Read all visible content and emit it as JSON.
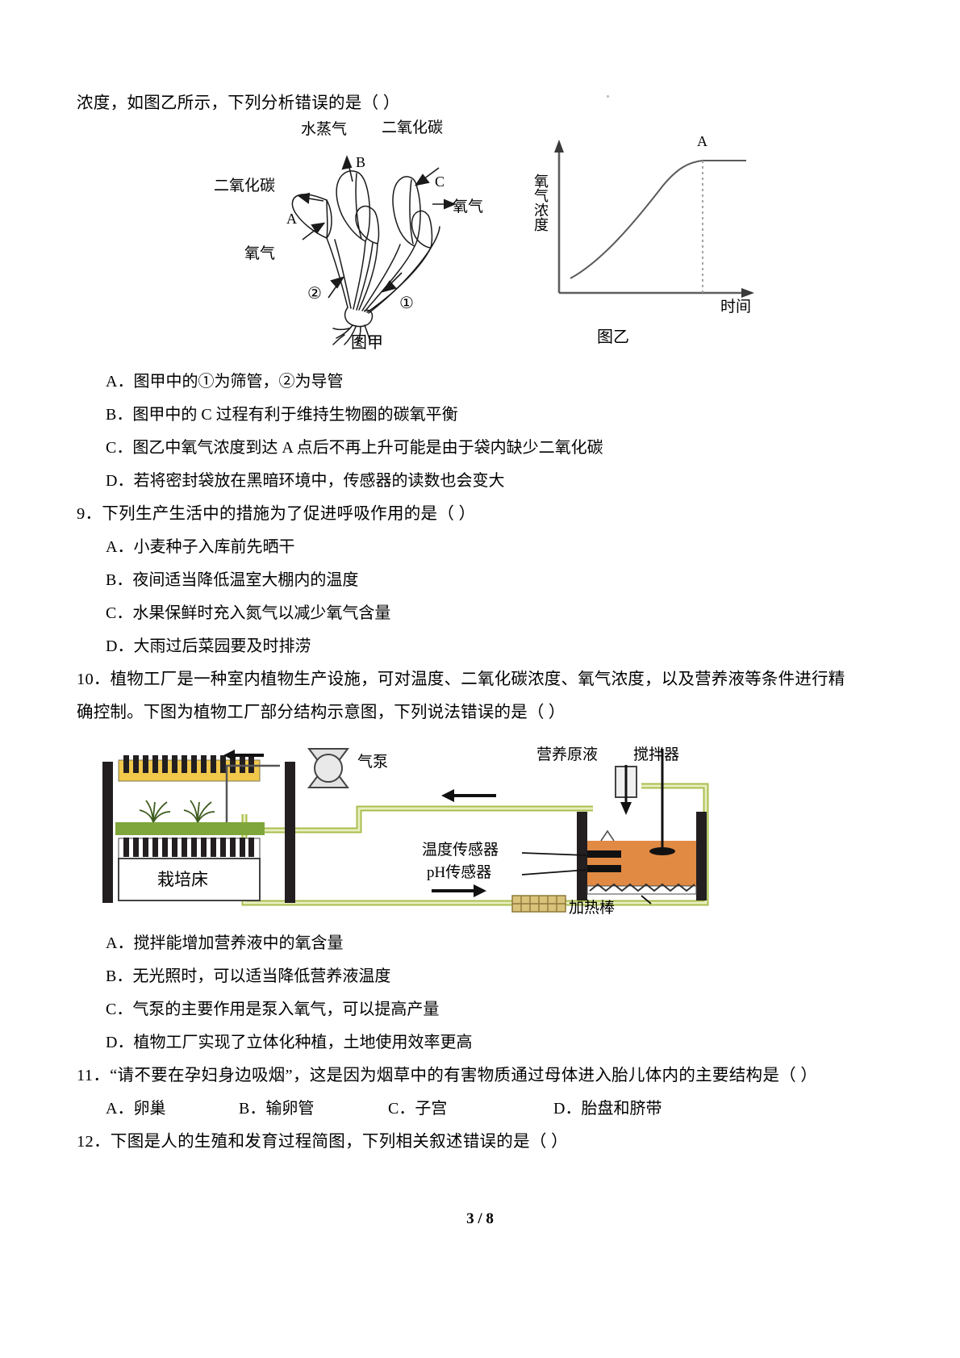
{
  "document": {
    "page_footer": "3 / 8"
  },
  "q8": {
    "stem_continued": "浓度，如图乙所示，下列分析错误的是（      ）",
    "figure_left": {
      "caption": "图甲",
      "labels": {
        "water_vapor": "水蒸气",
        "co2_top": "二氧化碳",
        "co2_left": "二氧化碳",
        "o2_left": "氧气",
        "o2_right": "氧气",
        "mark_A": "A",
        "mark_B": "B",
        "mark_C": "C",
        "num_1": "①",
        "num_2": "②"
      }
    },
    "figure_right": {
      "caption": "图乙",
      "ylabel": "氧气浓度",
      "xlabel": "时间",
      "point_label": "A"
    },
    "options": [
      "A．图甲中的①为筛管，②为导管",
      "B．图甲中的 C 过程有利于维持生物圈的碳氧平衡",
      "C．图乙中氧气浓度到达 A 点后不再上升可能是由于袋内缺少二氧化碳",
      "D．若将密封袋放在黑暗环境中，传感器的读数也会变大"
    ]
  },
  "q9": {
    "number": "9．",
    "stem": "下列生产生活中的措施为了促进呼吸作用的是（      ）",
    "options": [
      "A．小麦种子入库前先晒干",
      "B．夜间适当降低温室大棚内的温度",
      "C．水果保鲜时充入氮气以减少氧气含量",
      "D．大雨过后菜园要及时排涝"
    ]
  },
  "q10": {
    "number": "10．",
    "stem_line1": "植物工厂是一种室内植物生产设施，可对温度、二氧化碳浓度、氧气浓度，以及营养液等条件进行精",
    "stem_line2": "确控制。下图为植物工厂部分结构示意图，下列说法错误的是（      ）",
    "figure_labels": {
      "air_pump": "气泵",
      "nutrient_stock": "营养原液",
      "stirrer": "搅拌器",
      "temp_sensor": "温度传感器",
      "ph_sensor": "pH传感器",
      "heating_rod": "加热棒",
      "grow_bed": "栽培床"
    },
    "options": [
      "A．搅拌能增加营养液中的氧含量",
      "B．无光照时，可以适当降低营养液温度",
      "C．气泵的主要作用是泵入氧气，可以提高产量",
      "D．植物工厂实现了立体化种植，土地使用效率更高"
    ]
  },
  "q11": {
    "number": "11．",
    "stem": "“请不要在孕妇身边吸烟”，这是因为烟草中的有害物质通过母体进入胎儿体内的主要结构是（      ）",
    "options": [
      "A．卵巢",
      "B．输卵管",
      "C．子宫",
      "D．胎盘和脐带"
    ]
  },
  "q12": {
    "number": "12．",
    "stem": "下图是人的生殖和发育过程简图，下列相关叙述错误的是（      ）"
  },
  "chart_data": {
    "type": "line",
    "title": "图乙",
    "xlabel": "时间",
    "ylabel": "氧气浓度",
    "grid": false,
    "legend": null,
    "annotations": [
      {
        "label": "A",
        "x": 0.72,
        "y": 1.0,
        "note": "氧气浓度到达A点后不再上升（平台）"
      }
    ],
    "x": [
      0.0,
      0.08,
      0.16,
      0.24,
      0.32,
      0.4,
      0.48,
      0.56,
      0.64,
      0.72,
      0.8,
      0.88,
      1.0
    ],
    "y": [
      0.06,
      0.2,
      0.33,
      0.45,
      0.56,
      0.66,
      0.75,
      0.83,
      0.9,
      0.96,
      0.99,
      1.0,
      1.0
    ],
    "xlim": [
      0,
      1
    ],
    "ylim": [
      0,
      1.1
    ]
  },
  "colors": {
    "ink": "#1a1a1a",
    "axis": "#6b6b6b",
    "curve": "#5a5a5a",
    "dashed": "#8a8a8a",
    "lamp_yellow": "#f2c84b",
    "pipe_green": "#c9d96b",
    "bed_green": "#7fa63a",
    "tank_orange": "#e08a44",
    "frame_black": "#231f20",
    "heater_tan": "#d9c27a"
  }
}
